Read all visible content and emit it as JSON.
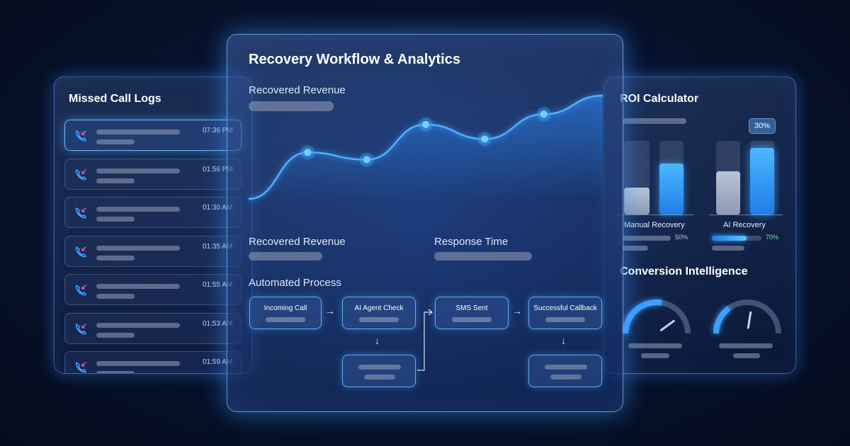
{
  "missed_call_logs": {
    "title": "Missed Call Logs",
    "rows": [
      {
        "time": "07:36 PM",
        "active": true
      },
      {
        "time": "01:56 PM",
        "active": false
      },
      {
        "time": "01:30 AM",
        "active": false
      },
      {
        "time": "01:35 AM",
        "active": false
      },
      {
        "time": "01:55 AM",
        "active": false
      },
      {
        "time": "01:53 AM",
        "active": false
      },
      {
        "time": "01:59 AM",
        "active": false
      }
    ],
    "icon": "missed-call-icon"
  },
  "recovery_workflow": {
    "title": "Recovery Workflow & Analytics",
    "chart_label": "Recovered Revenue",
    "chart_data": {
      "type": "area",
      "points": [
        0,
        0.45,
        0.38,
        0.72,
        0.58,
        0.82,
        1.0
      ],
      "markers": [
        1,
        2,
        3,
        4,
        5
      ],
      "color": "#3da0ff"
    },
    "metrics": {
      "recovered_revenue_label": "Recovered Revenue",
      "response_time_label": "Response Time"
    },
    "process": {
      "title": "Automated Process",
      "steps": [
        "Incoming Call",
        "AI Agent Check",
        "SMS Sent",
        "Successful Callback"
      ],
      "arrow_right": "→",
      "arrow_down": "↓"
    }
  },
  "roi_calculator": {
    "title": "ROI Calculator",
    "bars": [
      {
        "label": "Manual Recovery",
        "percent_label": "50%",
        "fill": 0.5
      },
      {
        "label": "AI Recovery",
        "percent_label": "70%",
        "fill": 0.7,
        "badge": "30%"
      }
    ],
    "conversion_title": "Conversion Intelligence",
    "gauges": [
      0.55,
      0.3
    ]
  },
  "colors": {
    "accent": "#3da0ff",
    "badge_text": "#7fe0ff"
  }
}
